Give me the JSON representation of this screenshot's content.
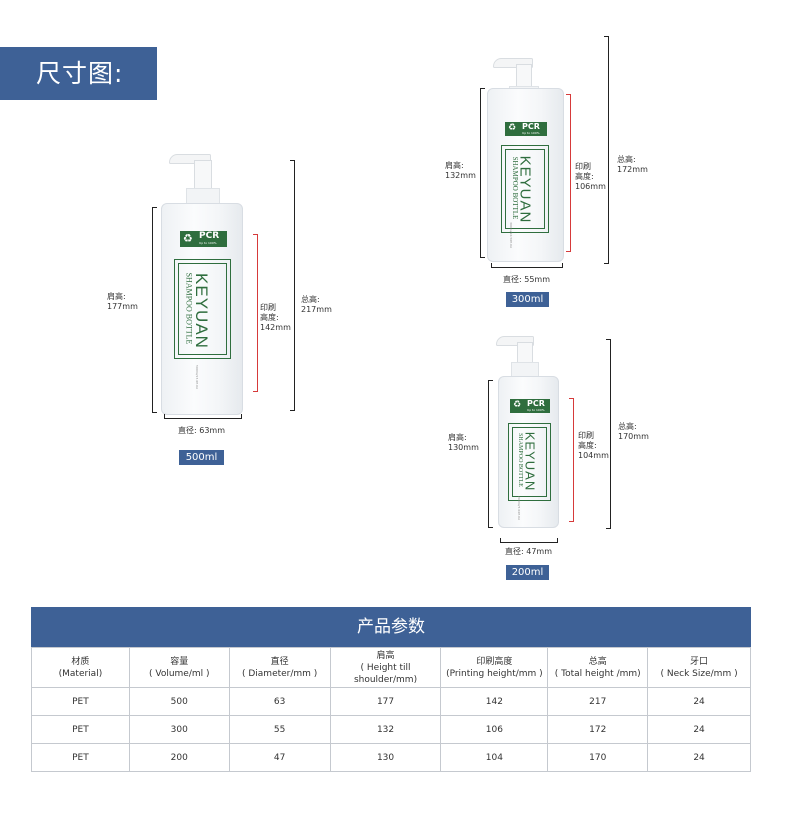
{
  "header": {
    "title": "尺寸图:"
  },
  "bottles": [
    {
      "volume": "500ml",
      "shoulder_label": "肩高:",
      "shoulder_value": "177mm",
      "print_label_1": "印刷",
      "print_label_2": "高度:",
      "print_value": "142mm",
      "total_label": "总高:",
      "total_value": "217mm",
      "diameter": "直径: 63mm"
    },
    {
      "volume": "300ml",
      "shoulder_label": "肩高:",
      "shoulder_value": "132mm",
      "print_label_1": "印刷",
      "print_label_2": "高度:",
      "print_value": "106mm",
      "total_label": "总高:",
      "total_value": "172mm",
      "diameter": "直径: 55mm"
    },
    {
      "volume": "200ml",
      "shoulder_label": "肩高:",
      "shoulder_value": "130mm",
      "print_label_1": "印刷",
      "print_label_2": "高度:",
      "print_value": "104mm",
      "total_label": "总高:",
      "total_value": "170mm",
      "diameter": "直径: 47mm"
    }
  ],
  "bottle_label": {
    "pcr": "PCR",
    "pcr_sub": "Up to 100%",
    "brand": "KEYUAN",
    "product": "SHAMPOO BOTTLE",
    "fine_print_500": "500ml/17.6fl.Oz",
    "fine_print_300": "300ml/10.56fl.Oz",
    "fine_print_200": "200ml/7.04fl.Oz"
  },
  "table": {
    "title": "产品参数",
    "headers": [
      {
        "cn": "材质",
        "en": "(Material)"
      },
      {
        "cn": "容量",
        "en": "( Volume/ml )"
      },
      {
        "cn": "直径",
        "en": "( Diameter/mm )"
      },
      {
        "cn": "肩高",
        "en": "( Height till shoulder/mm)"
      },
      {
        "cn": "印刷高度",
        "en": "(Printing height/mm )"
      },
      {
        "cn": "总高",
        "en": "( Total height /mm)"
      },
      {
        "cn": "牙口",
        "en": "( Neck Size/mm )"
      }
    ],
    "rows": [
      [
        "PET",
        "500",
        "63",
        "177",
        "142",
        "217",
        "24"
      ],
      [
        "PET",
        "300",
        "55",
        "132",
        "106",
        "172",
        "24"
      ],
      [
        "PET",
        "200",
        "47",
        "130",
        "104",
        "170",
        "24"
      ]
    ]
  },
  "colors": {
    "accent": "#3e6196",
    "label_green": "#2f6e3e",
    "print_bracket": "#d63a3a"
  }
}
